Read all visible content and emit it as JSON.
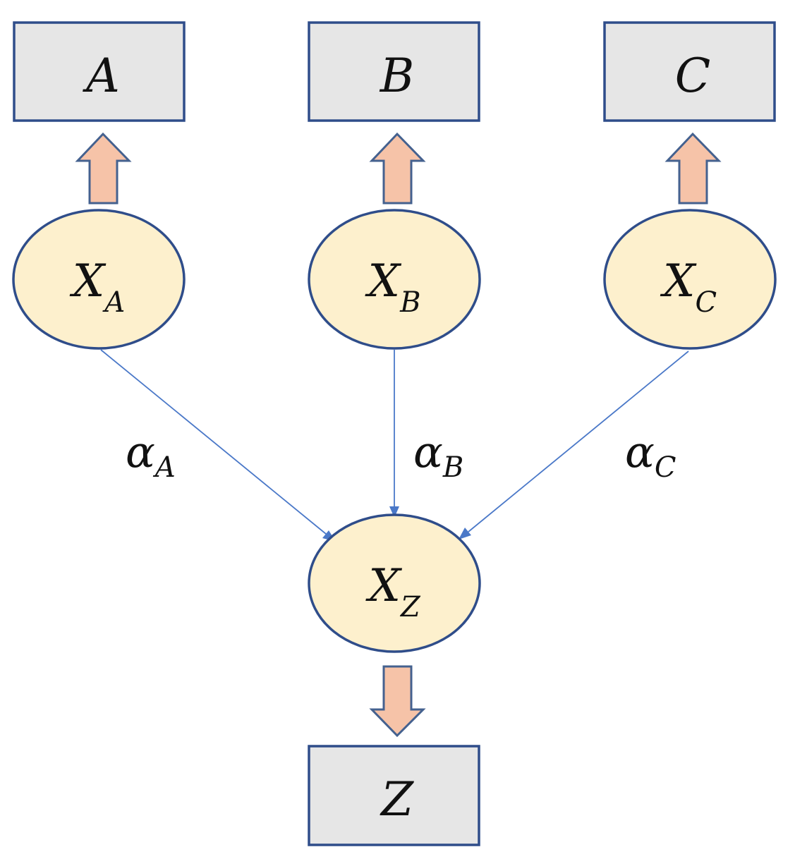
{
  "observed": {
    "a": "A",
    "b": "B",
    "c": "C",
    "z": "Z"
  },
  "latent": {
    "xa": {
      "base": "X",
      "sub": "A"
    },
    "xb": {
      "base": "X",
      "sub": "B"
    },
    "xc": {
      "base": "X",
      "sub": "C"
    },
    "xz": {
      "base": "X",
      "sub": "Z"
    }
  },
  "weights": {
    "a": {
      "base": "α",
      "sub": "A"
    },
    "b": {
      "base": "α",
      "sub": "B"
    },
    "c": {
      "base": "α",
      "sub": "C"
    }
  },
  "colors": {
    "box_fill": "#e6e6e6",
    "node_fill": "#fdf0cd",
    "outline": "#2f4d8a",
    "block_arrow_fill": "#f6c3a8",
    "edge": "#4a78c8"
  }
}
